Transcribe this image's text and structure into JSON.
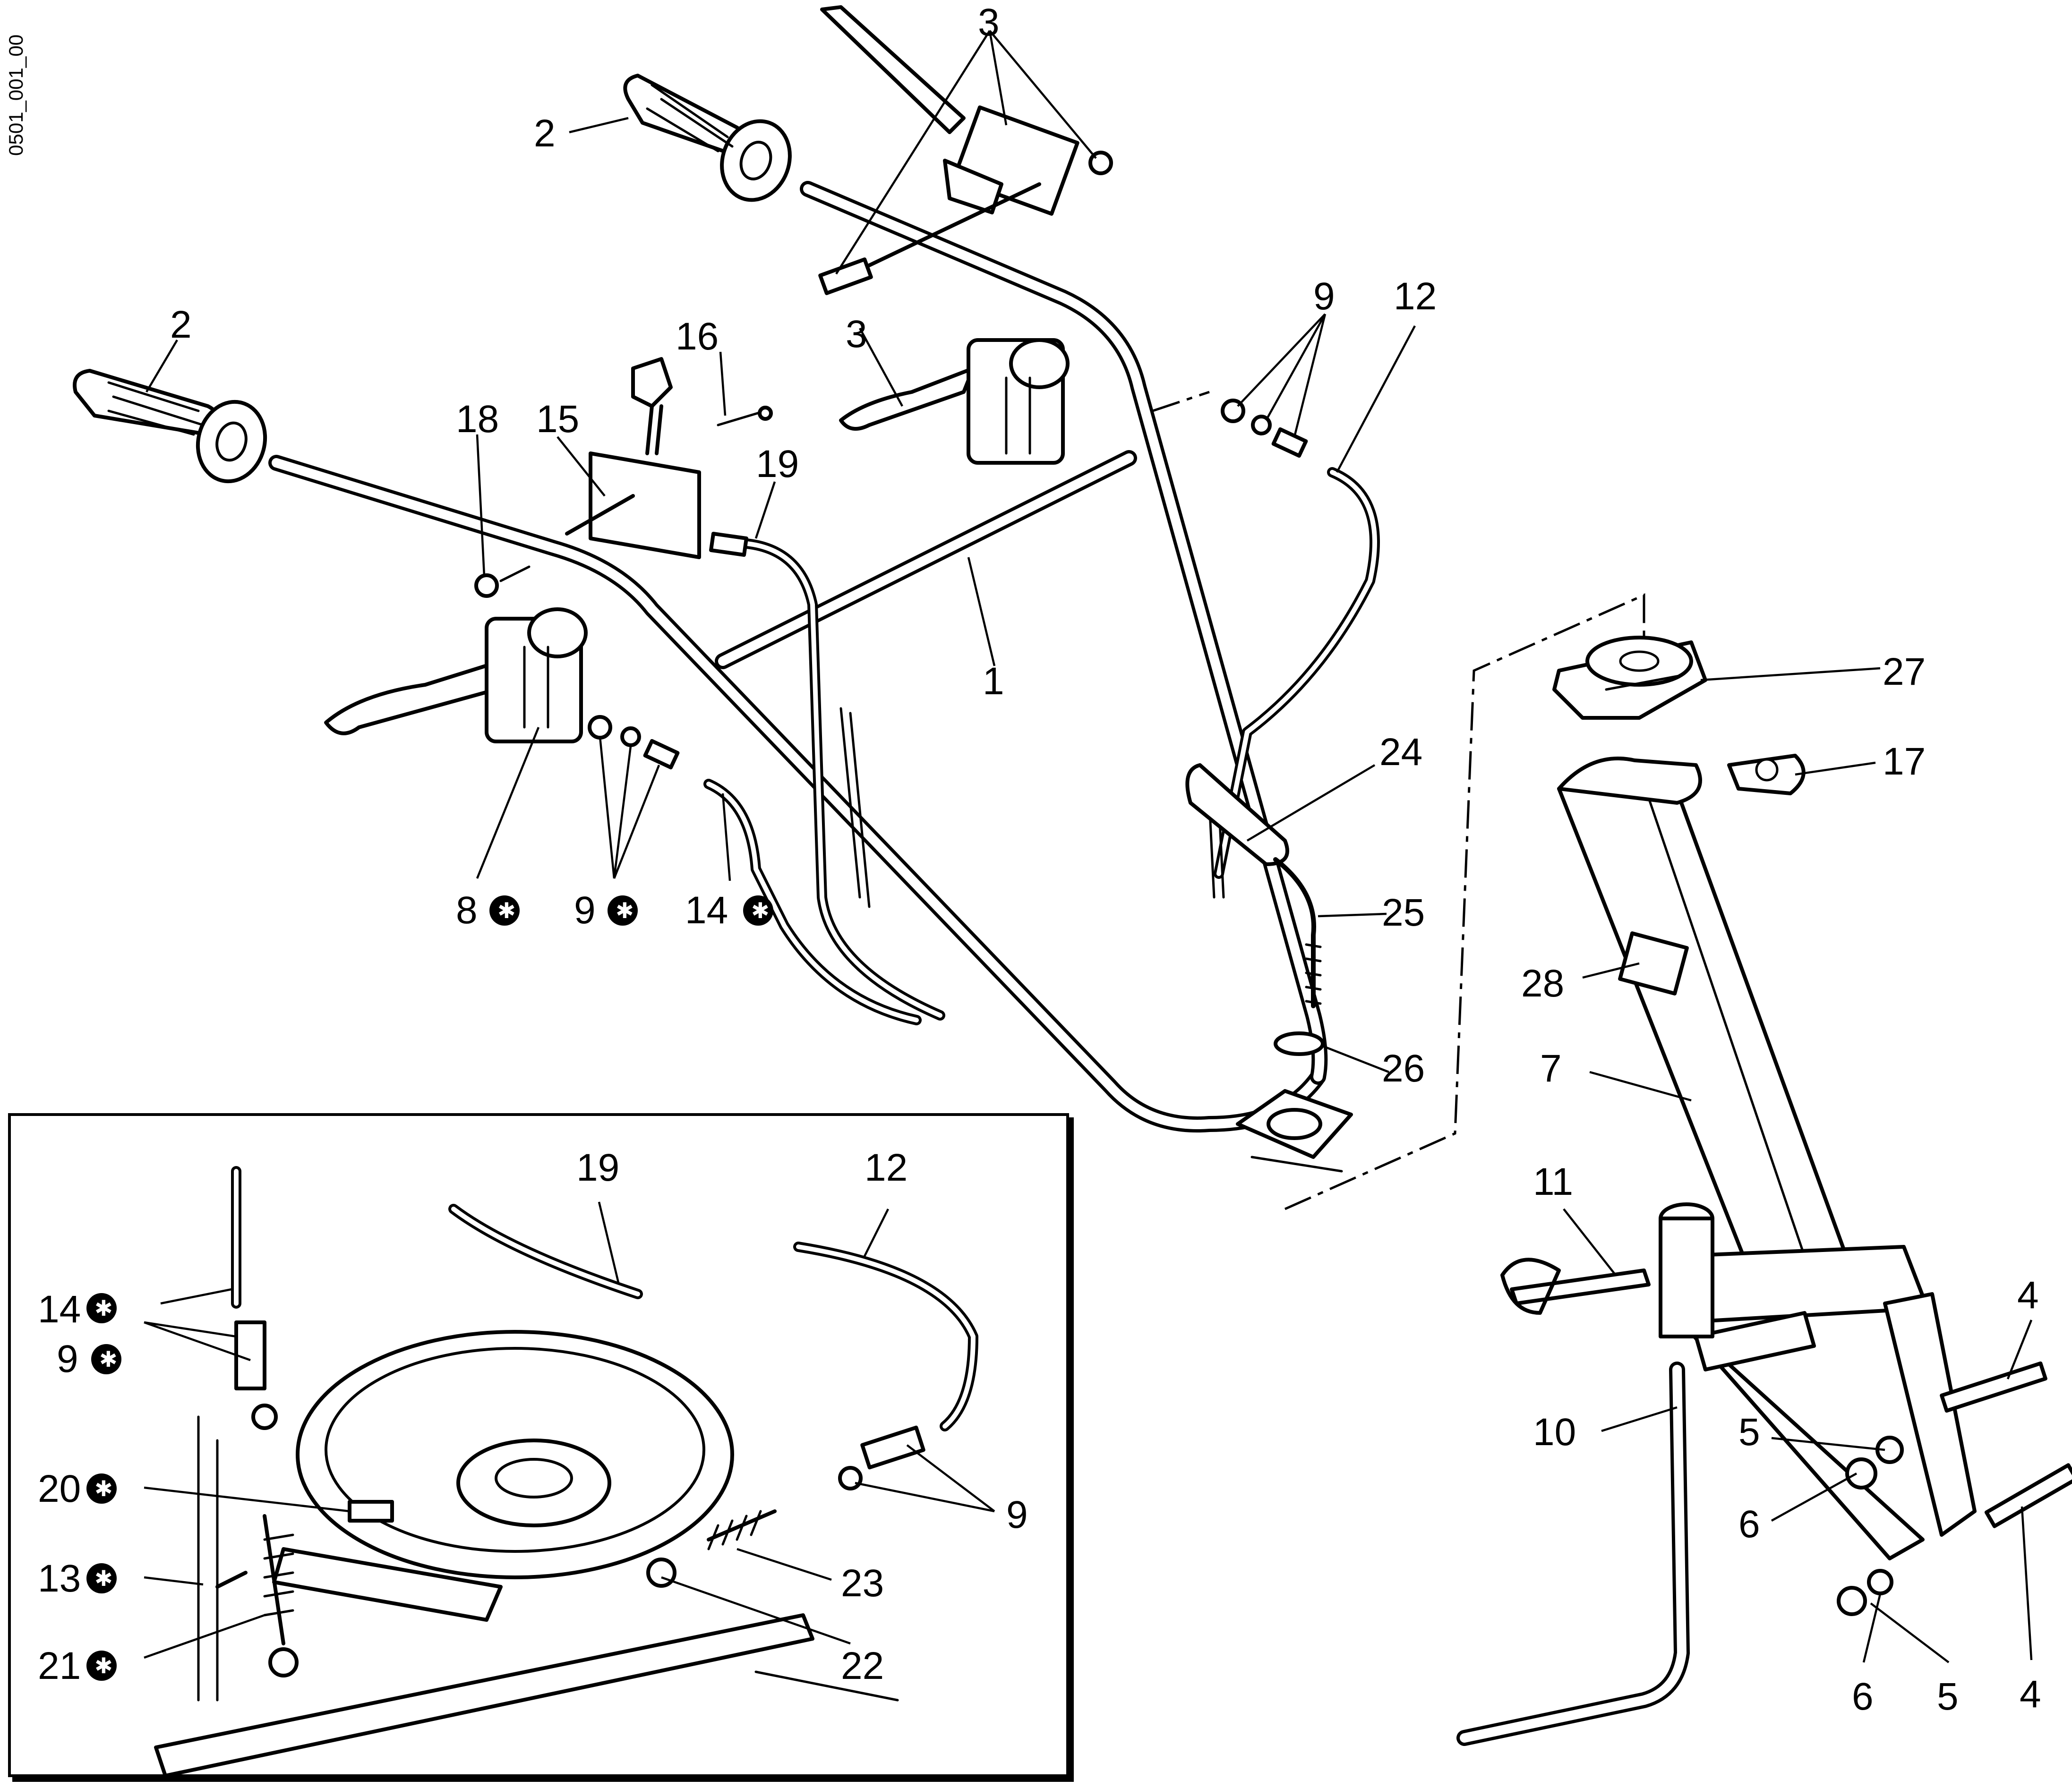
{
  "document": {
    "id": "0501_001_00"
  },
  "callouts": [
    {
      "id": "c3-top",
      "text": "3"
    },
    {
      "id": "c2-top",
      "text": "2"
    },
    {
      "id": "c2-left",
      "text": "2"
    },
    {
      "id": "c16",
      "text": "16"
    },
    {
      "id": "c18",
      "text": "18"
    },
    {
      "id": "c15",
      "text": "15"
    },
    {
      "id": "c19-top",
      "text": "19"
    },
    {
      "id": "c3-mid",
      "text": "3"
    },
    {
      "id": "c9-top",
      "text": "9"
    },
    {
      "id": "c12-top",
      "text": "12"
    },
    {
      "id": "c1",
      "text": "1"
    },
    {
      "id": "c27",
      "text": "27"
    },
    {
      "id": "c17",
      "text": "17"
    },
    {
      "id": "c24",
      "text": "24"
    },
    {
      "id": "c25",
      "text": "25"
    },
    {
      "id": "c8",
      "text": "8",
      "starred": true
    },
    {
      "id": "c9-mid",
      "text": "9",
      "starred": true
    },
    {
      "id": "c14-mid",
      "text": "14",
      "starred": true
    },
    {
      "id": "c28",
      "text": "28"
    },
    {
      "id": "c26",
      "text": "26"
    },
    {
      "id": "c7",
      "text": "7"
    },
    {
      "id": "c19-inset",
      "text": "19"
    },
    {
      "id": "c12-inset",
      "text": "12"
    },
    {
      "id": "c11",
      "text": "11"
    },
    {
      "id": "c14-inset",
      "text": "14",
      "starred": true
    },
    {
      "id": "c4-top",
      "text": "4"
    },
    {
      "id": "c9-inset-left",
      "text": "9",
      "starred": true
    },
    {
      "id": "c10",
      "text": "10"
    },
    {
      "id": "c5-top",
      "text": "5"
    },
    {
      "id": "c20",
      "text": "20",
      "starred": true
    },
    {
      "id": "c9-inset-right",
      "text": "9"
    },
    {
      "id": "c6-top",
      "text": "6"
    },
    {
      "id": "c13",
      "text": "13",
      "starred": true
    },
    {
      "id": "c23",
      "text": "23"
    },
    {
      "id": "c21",
      "text": "21",
      "starred": true
    },
    {
      "id": "c22",
      "text": "22"
    },
    {
      "id": "c6-bottom",
      "text": "6"
    },
    {
      "id": "c5-bottom",
      "text": "5"
    },
    {
      "id": "c4-bottom",
      "text": "4"
    }
  ],
  "symbols": {
    "star": "✱"
  }
}
